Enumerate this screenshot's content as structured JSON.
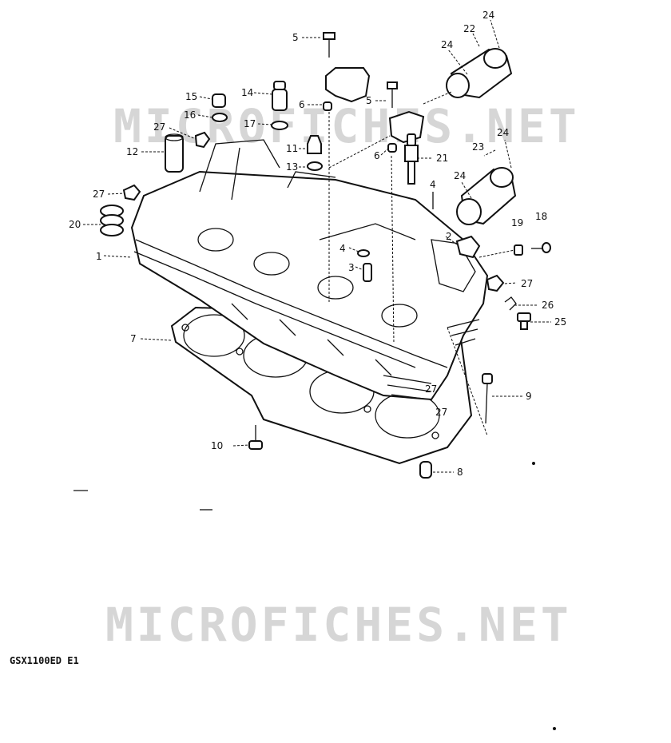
{
  "watermark": "MICROFICHES.NET",
  "caption": "GSX1100ED E1",
  "callouts": [
    "1",
    "2",
    "3",
    "4",
    "4",
    "5",
    "5",
    "6",
    "6",
    "7",
    "8",
    "9",
    "10",
    "11",
    "12",
    "13",
    "14",
    "15",
    "16",
    "17",
    "18",
    "19",
    "20",
    "21",
    "22",
    "23",
    "24",
    "24",
    "24",
    "24",
    "25",
    "26",
    "27",
    "27",
    "27",
    "27",
    "27"
  ]
}
